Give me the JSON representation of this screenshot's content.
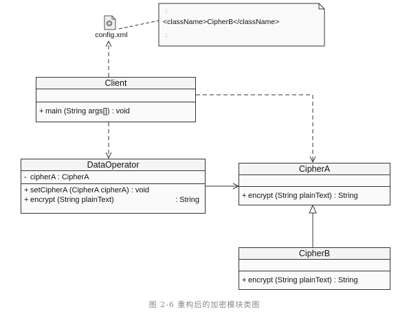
{
  "note": {
    "dots_top": ":",
    "text": "<className>CipherB</className>",
    "dots_bottom": ":"
  },
  "file": {
    "label": "config.xml"
  },
  "classes": {
    "client": {
      "name": "Client",
      "methods": [
        {
          "vis": "+",
          "sig": "main (String args[]) : void",
          "ret": ""
        }
      ]
    },
    "data_operator": {
      "name": "DataOperator",
      "attributes": [
        {
          "vis": "-",
          "sig": "cipherA : CipherA"
        }
      ],
      "methods": [
        {
          "vis": "+",
          "sig": "setCipherA (CipherA cipherA) : void",
          "ret": ""
        },
        {
          "vis": "+",
          "sig": "encrypt (String plainText)",
          "ret": ": String"
        }
      ]
    },
    "cipher_a": {
      "name": "CipherA",
      "methods": [
        {
          "vis": "+",
          "sig": "encrypt (String plainText) : String",
          "ret": ""
        }
      ]
    },
    "cipher_b": {
      "name": "CipherB",
      "methods": [
        {
          "vis": "+",
          "sig": "encrypt (String plainText) : String",
          "ret": ""
        }
      ]
    }
  },
  "caption": "图 2-6    重构后的加密模块类图"
}
